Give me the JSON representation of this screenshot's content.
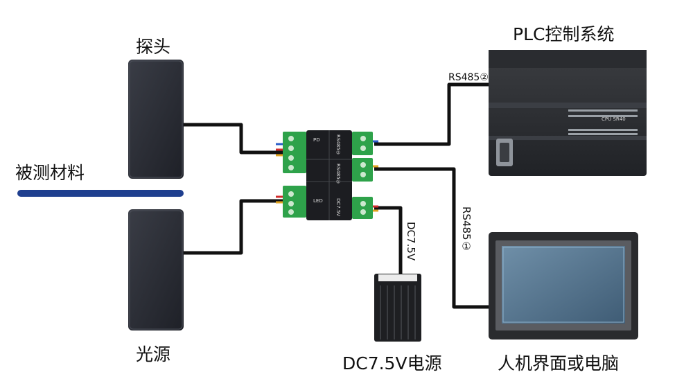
{
  "labels": {
    "probe": "探头",
    "light_source": "光源",
    "material": "被测材料",
    "plc": "PLC控制系统",
    "power": "DC7.5V电源",
    "hmi": "人机界面或电脑",
    "rs485_2": "RS485②",
    "rs485_1": "RS485①",
    "dc_line": "DC7.5V"
  },
  "module": {
    "top_label": "PD",
    "mid_label": "RS485①",
    "mid_label2": "RS485②",
    "bottom_label": "LED",
    "power_label": "DC7.5V"
  },
  "plc_device": {
    "model": "CPU SR40"
  },
  "colors": {
    "material_line": "#1f3f8f",
    "cable": "#111111",
    "device_dark": "#2b2d31",
    "terminal_green": "#2ea24a"
  }
}
